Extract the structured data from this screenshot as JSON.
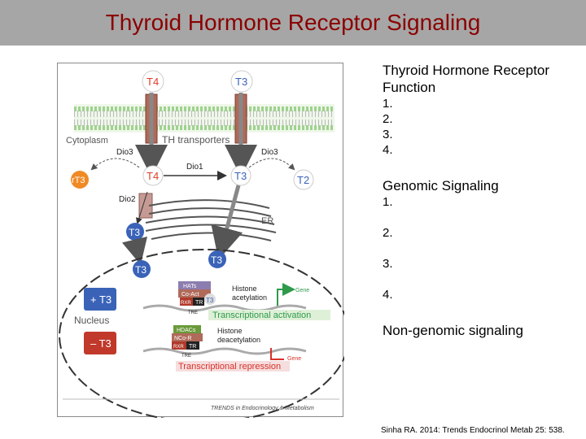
{
  "slide": {
    "title": "Thyroid Hormone Receptor Signaling",
    "citation": "Sinha RA. 2014: Trends Endocrinol Metab 25: 538."
  },
  "outline": {
    "function_heading_line1": "Thyroid Hormone Receptor",
    "function_heading_line2": "Function",
    "function_items": [
      "1.",
      "2.",
      "3.",
      "4."
    ],
    "genomic_heading": "Genomic Signaling",
    "genomic_items": [
      "1.",
      "2.",
      "3.",
      "4."
    ],
    "nongenomic_heading": "Non-genomic signaling"
  },
  "diagram": {
    "t4": "T4",
    "t3": "T3",
    "rt3": "rT3",
    "t2": "T2",
    "cytoplasm": "Cytoplasm",
    "th_transporters": "TH transporters",
    "dio3_left": "Dio3",
    "dio3_right": "Dio3",
    "dio1": "Dio1",
    "dio2": "Dio2",
    "er": "ER",
    "plus_t3": "+ T3",
    "minus_t3": "– T3",
    "nucleus": "Nucleus",
    "hats": "HATs",
    "coact": "Co-Act",
    "rxr": "RXR",
    "tr": "TR",
    "tre": "TRE",
    "histone_acetylation_1": "Histone",
    "histone_acetylation_2": "acetylation",
    "gene": "Gene",
    "transcriptional_activation": "Transcriptional activation",
    "hdacs": "HDACs",
    "ncor": "NCo-R",
    "histone_deacetylation_1": "Histone",
    "histone_deacetylation_2": "deacetylation",
    "transcriptional_repression": "Transcriptional repression",
    "journal": "TRENDS in Endocrinology & Metabolism",
    "colors": {
      "t4_red": "#e03a2a",
      "t3_blue": "#3a63b8",
      "rt3_orange": "#f08a24",
      "membrane_green": "#9fd28e",
      "activation_green": "#2e9a4a",
      "repression_red": "#d8322a",
      "plus_t3_blue": "#3a63b8",
      "minus_t3_red": "#c0392b"
    }
  }
}
